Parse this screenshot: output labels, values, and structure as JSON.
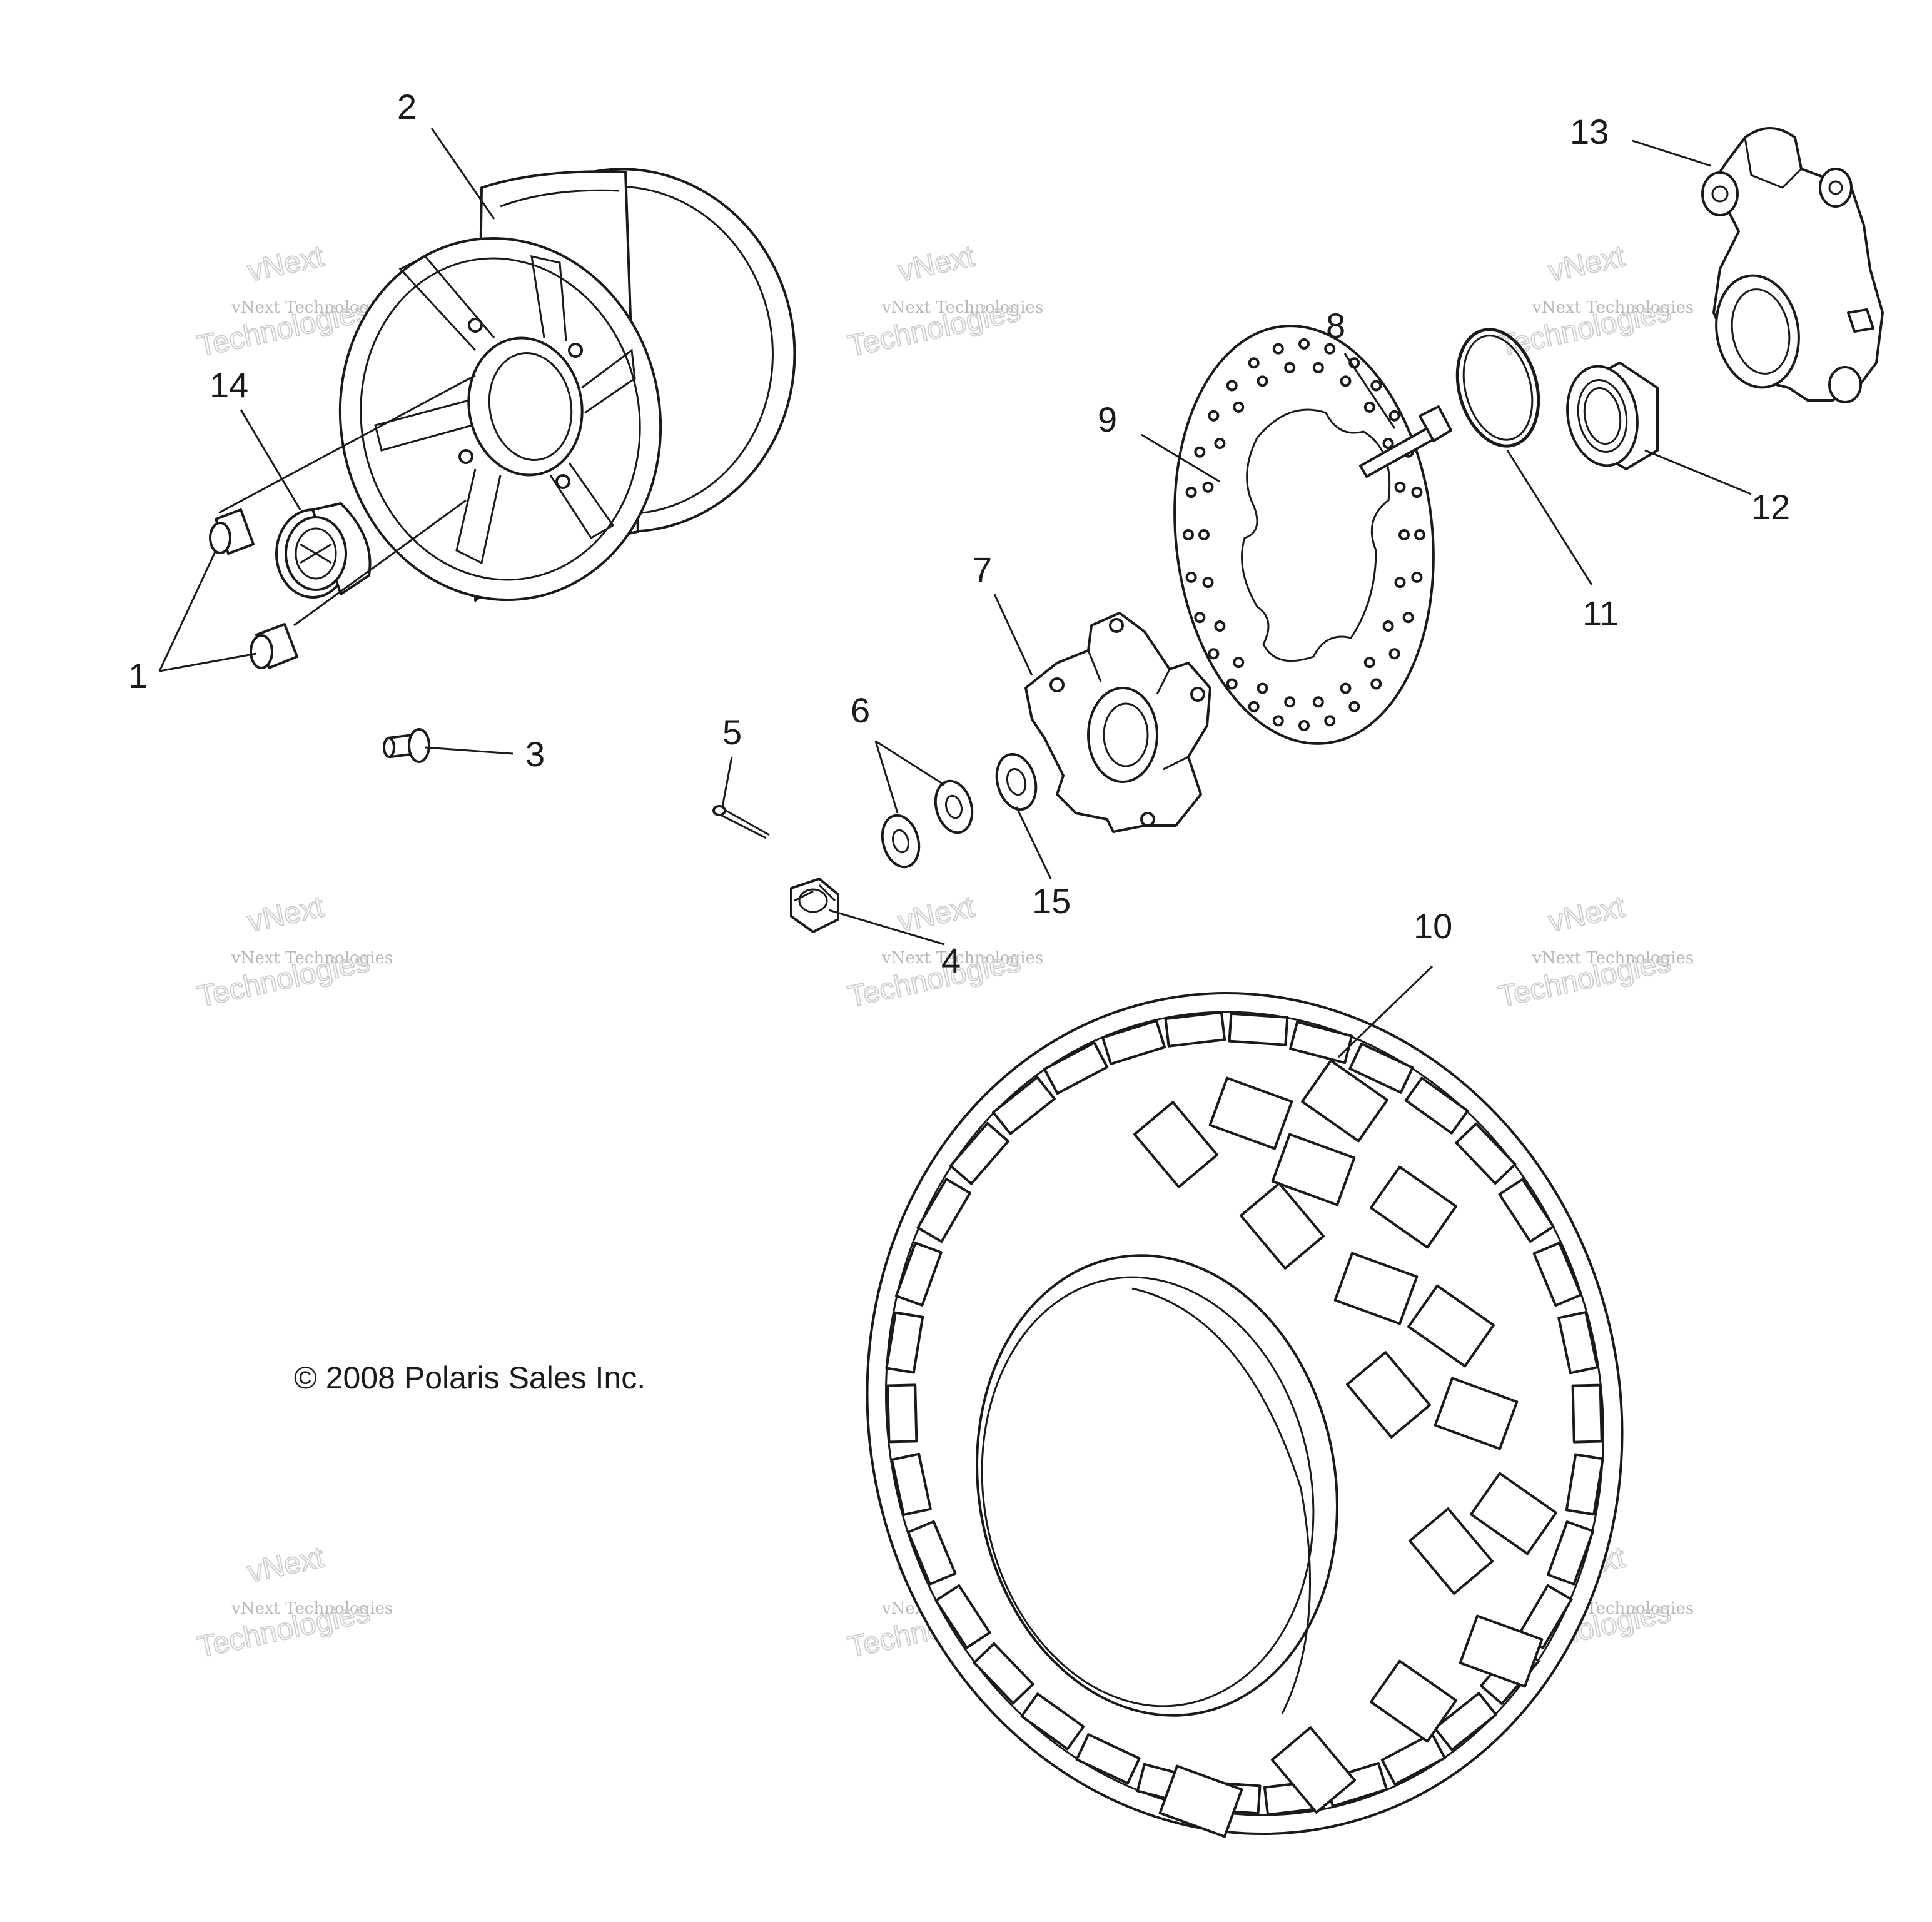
{
  "labels": {
    "p1": "1",
    "p2": "2",
    "p3": "3",
    "p4": "4",
    "p5": "5",
    "p6": "6",
    "p7": "7",
    "p8": "8",
    "p9": "9",
    "p10": "10",
    "p11": "11",
    "p12": "12",
    "p13": "13",
    "p14": "14",
    "p15": "15"
  },
  "copyright": "© 2008 Polaris Sales Inc.",
  "watermark": {
    "line1": "vNext Technologies",
    "line2": "vNext",
    "line3": "Technologies"
  },
  "colors": {
    "ink": "#1a1a1a",
    "watermark": "#c0c0c0",
    "background": "#ffffff"
  }
}
